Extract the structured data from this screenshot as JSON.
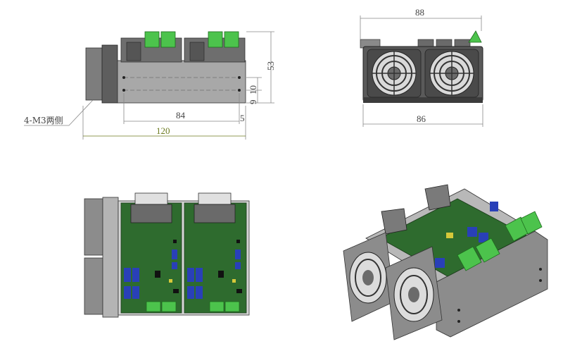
{
  "dimensions": {
    "side_total_length": "120",
    "side_hole_spacing": "84",
    "side_edge_offset": "5",
    "side_height": "53",
    "side_hole_vertical_1": "9",
    "side_hole_vertical_2": "10",
    "front_top_width": "88",
    "front_bottom_width": "86"
  },
  "callout": {
    "mount_holes": "4-M3两侧"
  },
  "colors": {
    "pcb_green": "#2e6b2e",
    "terminal_green": "#4cc34c",
    "chip_blue": "#2940b8",
    "metal_gray": "#8c8c8c",
    "dark_gray": "#3c3c3c",
    "dimension_yellow": "#6b7a1e"
  }
}
